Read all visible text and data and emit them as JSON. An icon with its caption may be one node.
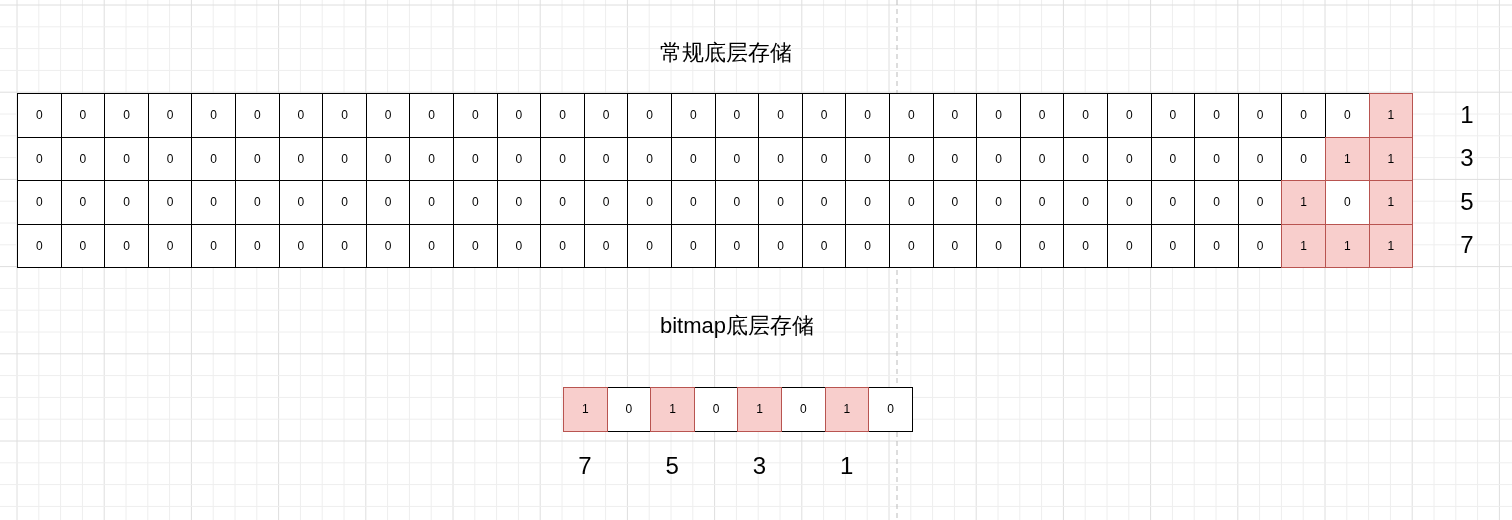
{
  "diagram": {
    "labels": [
      "常规底层存储",
      "0",
      "0",
      "0",
      "0",
      "0",
      "0",
      "0",
      "0",
      "0",
      "0",
      "0",
      "0",
      "0",
      "0",
      "0",
      "0",
      "0",
      "0",
      "0",
      "0",
      "0",
      "0",
      "0",
      "0",
      "0",
      "0",
      "0",
      "0",
      "0",
      "0",
      "0",
      "1",
      "1",
      "0",
      "0",
      "0",
      "0",
      "0",
      "0",
      "0",
      "0",
      "0",
      "0",
      "0",
      "0",
      "0",
      "0",
      "0",
      "0",
      "0",
      "0",
      "0",
      "0",
      "0",
      "0",
      "0",
      "0",
      "0",
      "0",
      "0",
      "0",
      "0",
      "0",
      "1",
      "1",
      "3",
      "0",
      "0",
      "0",
      "0",
      "0",
      "0",
      "0",
      "0",
      "0",
      "0",
      "0",
      "0",
      "0",
      "0",
      "0",
      "0",
      "0",
      "0",
      "0",
      "0",
      "0",
      "0",
      "0",
      "0",
      "0",
      "0",
      "0",
      "0",
      "0",
      "1",
      "0",
      "1",
      "5",
      "0",
      "0",
      "0",
      "0",
      "0",
      "0",
      "0",
      "0",
      "0",
      "0",
      "0",
      "0",
      "0",
      "0",
      "0",
      "0",
      "0",
      "0",
      "0",
      "0",
      "0",
      "0",
      "0",
      "0",
      "0",
      "0",
      "0",
      "0",
      "0",
      "1",
      "1",
      "1",
      "7",
      "bitmap底层存储",
      "1",
      "0",
      "1",
      "0",
      "1",
      "0",
      "1",
      "0",
      "7",
      "5",
      "3",
      "1"
    ]
  }
}
